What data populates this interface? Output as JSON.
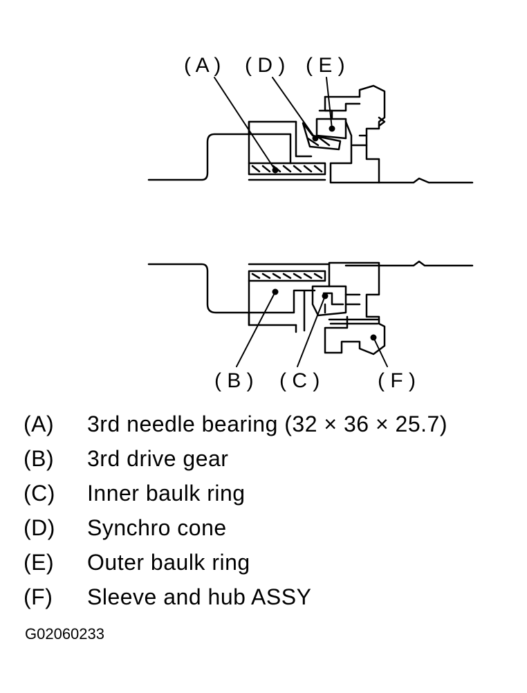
{
  "callouts": {
    "A": "( A )",
    "B": "( B )",
    "C": "( C )",
    "D": "( D )",
    "E": "( E )",
    "F": "( F )"
  },
  "legend": [
    {
      "letter": "(A)",
      "text": "3rd needle bearing (32 × 36 × 25.7)"
    },
    {
      "letter": "(B)",
      "text": "3rd drive gear"
    },
    {
      "letter": "(C)",
      "text": "Inner baulk ring"
    },
    {
      "letter": "(D)",
      "text": "Synchro cone"
    },
    {
      "letter": "(E)",
      "text": "Outer baulk ring"
    },
    {
      "letter": "(F)",
      "text": "Sleeve and hub ASSY"
    }
  ],
  "figure_id": "G02060233"
}
